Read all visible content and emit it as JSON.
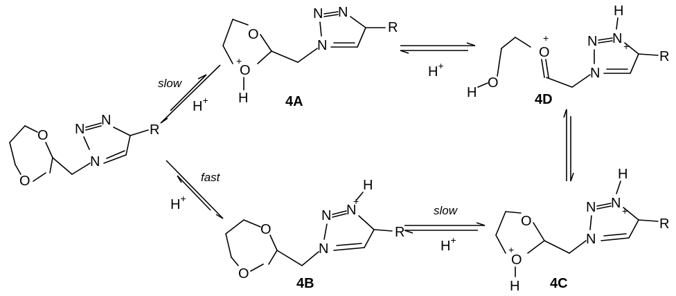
{
  "atoms": {
    "O": "O",
    "N": "N",
    "H": "H",
    "R": "R",
    "plus": "+"
  },
  "compounds": {
    "4A": "4A",
    "4B": "4B",
    "4C": "4C",
    "4D": "4D"
  },
  "conditions": {
    "slow": "slow",
    "fast": "fast",
    "hplus": "H"
  }
}
